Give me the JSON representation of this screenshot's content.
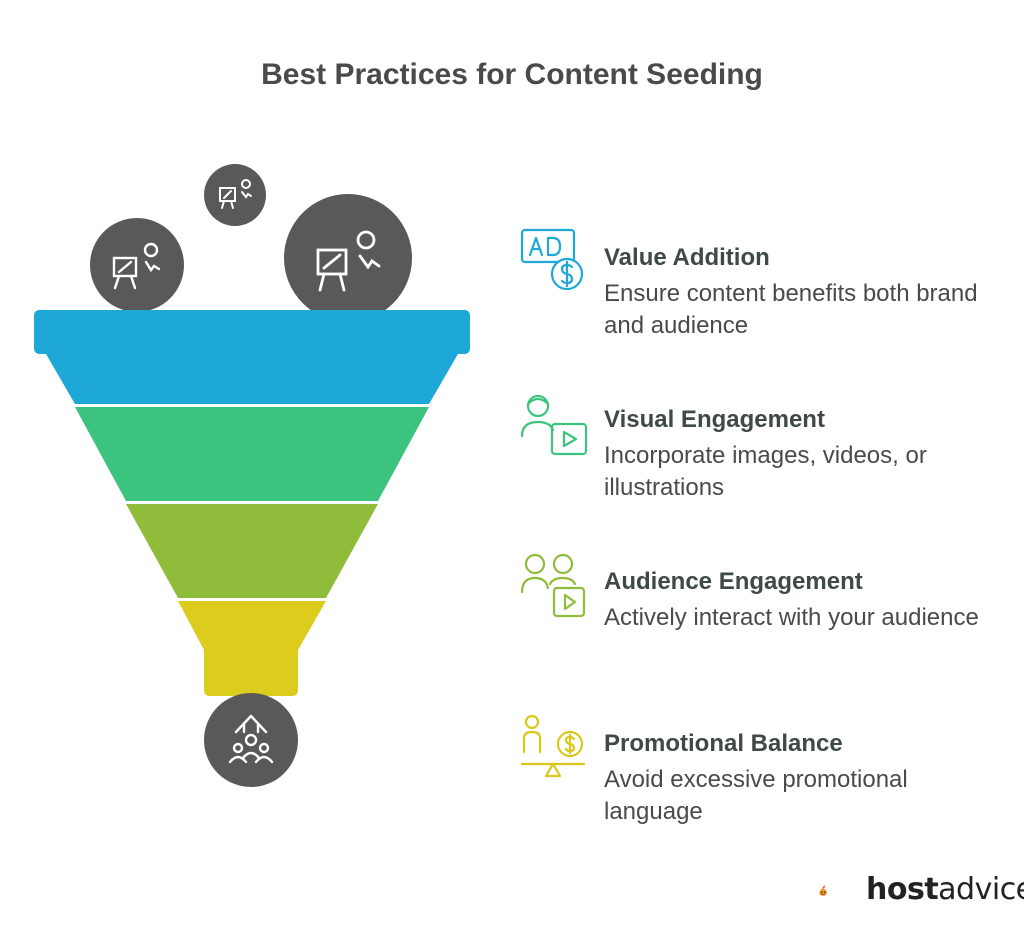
{
  "title": "Best Practices for Content Seeding",
  "items": [
    {
      "heading": "Value Addition",
      "description": "Ensure content benefits both brand and audience",
      "color": "#1ea8d8",
      "icon": "ad-dollar-icon"
    },
    {
      "heading": "Visual Engagement",
      "description": "Incorporate images, videos, or illustrations",
      "color": "#3cc47f",
      "icon": "person-video-icon"
    },
    {
      "heading": "Audience Engagement",
      "description": "Actively interact with your audience",
      "color": "#8fbc3a",
      "icon": "group-video-icon"
    },
    {
      "heading": "Promotional Balance",
      "description": "Avoid excessive promotional language",
      "color": "#d9c81a",
      "icon": "balance-scale-icon"
    }
  ],
  "funnel": {
    "layer_colors": [
      "#1ea8d8",
      "#3cc47f",
      "#8fbc3a",
      "#dccc1e"
    ],
    "bubble_color": "#595959",
    "top_icons": [
      "presentation-icon",
      "presentation-icon",
      "presentation-icon"
    ],
    "output_icon": "growth-people-icon"
  },
  "logo": {
    "bold": "host",
    "regular": "advice."
  }
}
